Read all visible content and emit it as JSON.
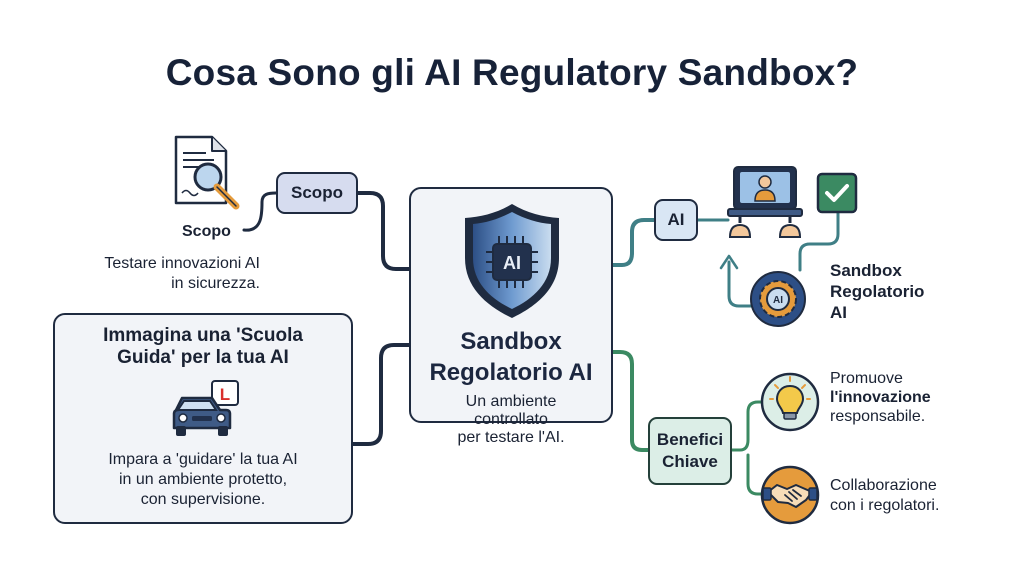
{
  "title": "Cosa Sono gli AI Regulatory Sandbox?",
  "center": {
    "chip_label": "AI",
    "title_line1": "Sandbox",
    "title_line2": "Regolatorio AI",
    "desc_line1": "Un ambiente",
    "desc_line2": "controllato",
    "desc_line3": "per testare l'AI."
  },
  "scopo": {
    "pill_label": "Scopo",
    "label": "Scopo",
    "desc_line1": "Testare innovazioni AI",
    "desc_line2": "in sicurezza."
  },
  "scuola": {
    "title_line1": "Immagina una 'Scuola",
    "title_line2": "Guida' per la tua AI",
    "l_plate": "L",
    "desc_line1": "Impara a 'guidare' la tua AI",
    "desc_line2": "in un ambiente protetto,",
    "desc_line3": "con supervisione."
  },
  "ai_branch": {
    "pill_label": "AI",
    "badge_label": "AI",
    "label_line1": "Sandbox",
    "label_line2": "Regolatorio",
    "label_line3": "AI"
  },
  "benefici": {
    "pill_line1": "Benefici",
    "pill_line2": "Chiave",
    "b1_line1": "Promuove",
    "b1_line2": "l'innovazione",
    "b1_line3": "responsabile.",
    "b2_line1": "Collaborazione",
    "b2_line2": "con i regolatori."
  },
  "colors": {
    "navy": "#1f2b40",
    "lilac": "#d6dcef",
    "teal": "#3f7f86",
    "green": "#3b8a62",
    "orange": "#e59b3c"
  }
}
